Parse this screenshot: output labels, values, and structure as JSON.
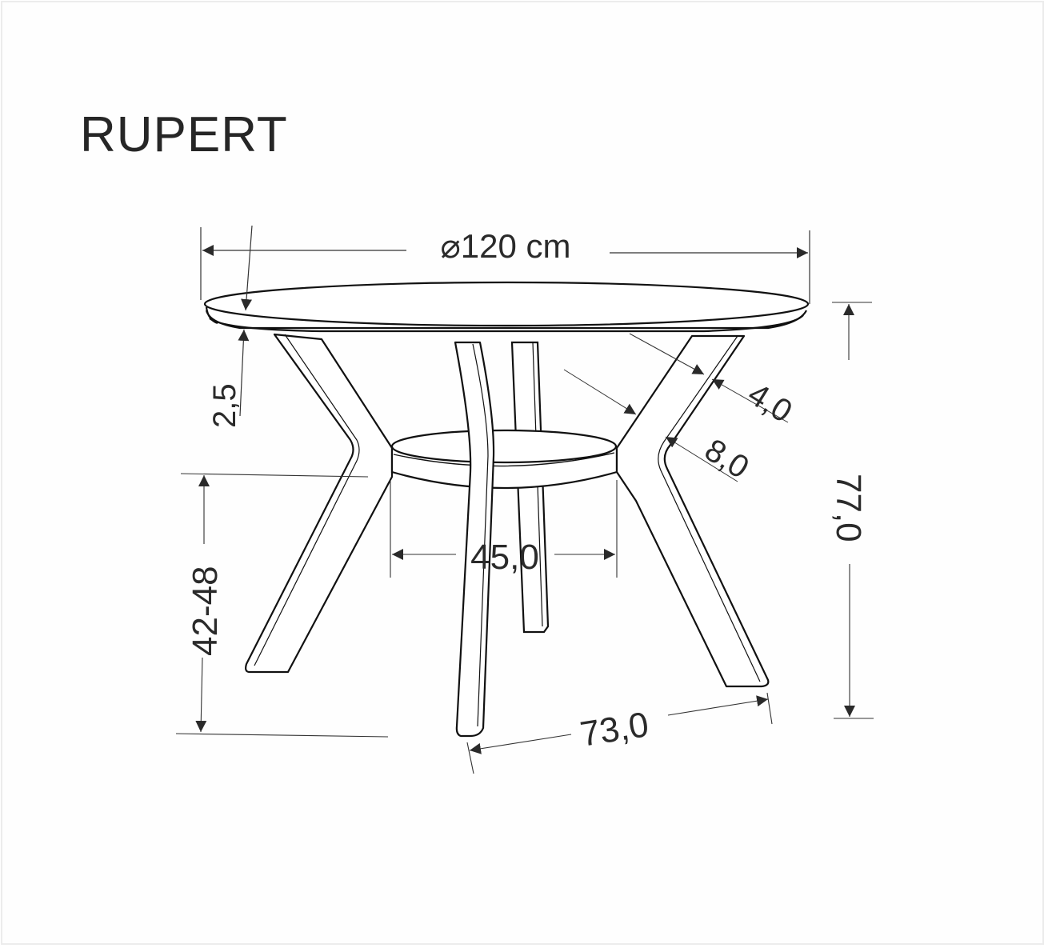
{
  "title": "RUPERT",
  "colors": {
    "line": "#1a1a1a",
    "text": "#2a2a2a",
    "background": "#fefefe",
    "border": "#ececec"
  },
  "dimensions": {
    "top_diameter": "⌀120 cm",
    "top_diameter_symbol": "⌀",
    "top_diameter_value": "120 cm",
    "top_thickness": "2,5",
    "leg_thickness": "4,0",
    "leg_width": "8,0",
    "shelf_diameter": "45,0",
    "shelf_height": "42-48",
    "leg_span": "73,0",
    "total_height": "77,0"
  }
}
